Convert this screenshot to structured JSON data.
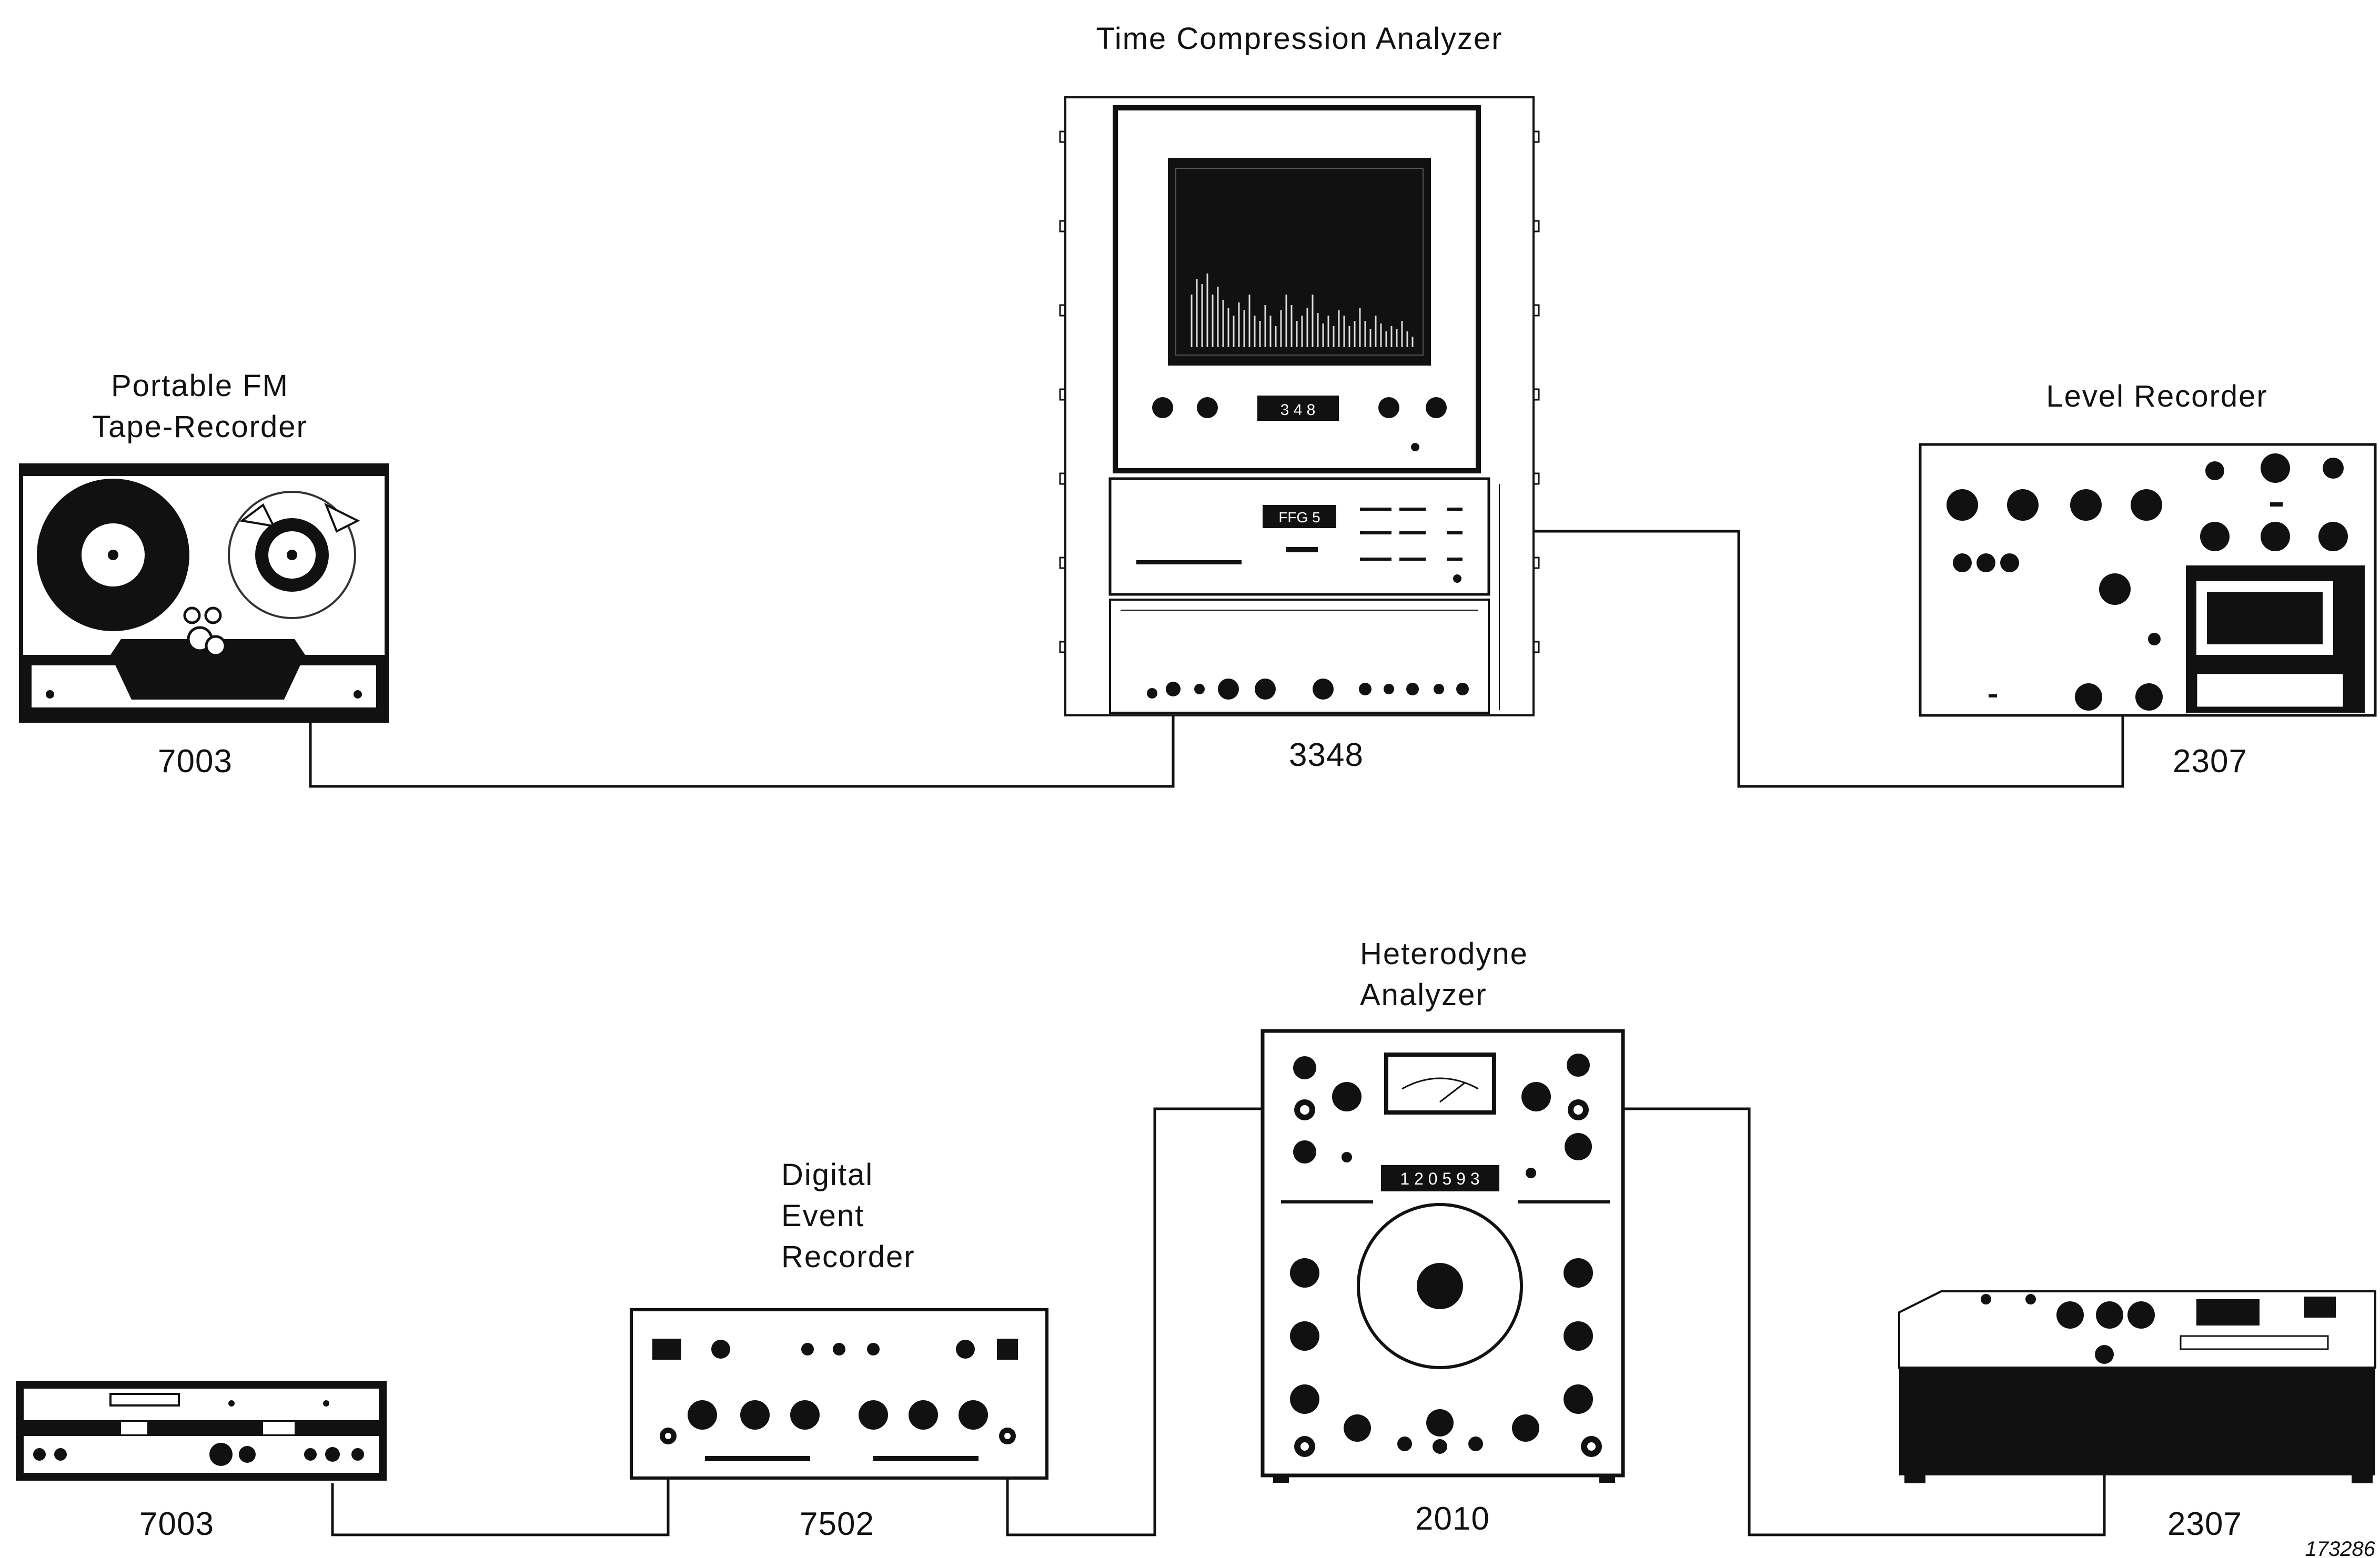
{
  "labels": {
    "time_compression_analyzer": "Time Compression Analyzer",
    "portable_fm_line1": "Portable FM",
    "portable_fm_line2": "Tape-Recorder",
    "level_recorder": "Level Recorder",
    "heterodyne_line1": "Heterodyne",
    "heterodyne_line2": "Analyzer",
    "digital_line1": "Digital",
    "digital_line2": "Event",
    "digital_line3": "Recorder"
  },
  "models": {
    "tape_recorder_top": "7003",
    "analyzer_3348": "3348",
    "level_recorder_top": "2307",
    "tape_recorder_bottom": "7003",
    "event_recorder": "7502",
    "heterodyne_2010": "2010",
    "level_recorder_bottom": "2307"
  },
  "displays": {
    "analyzer_counter": "3 4 8",
    "analyzer_mid_counter": "FFG 5",
    "heterodyne_counter": "1 2 0 5 9 3"
  },
  "figure_ref": "173286"
}
